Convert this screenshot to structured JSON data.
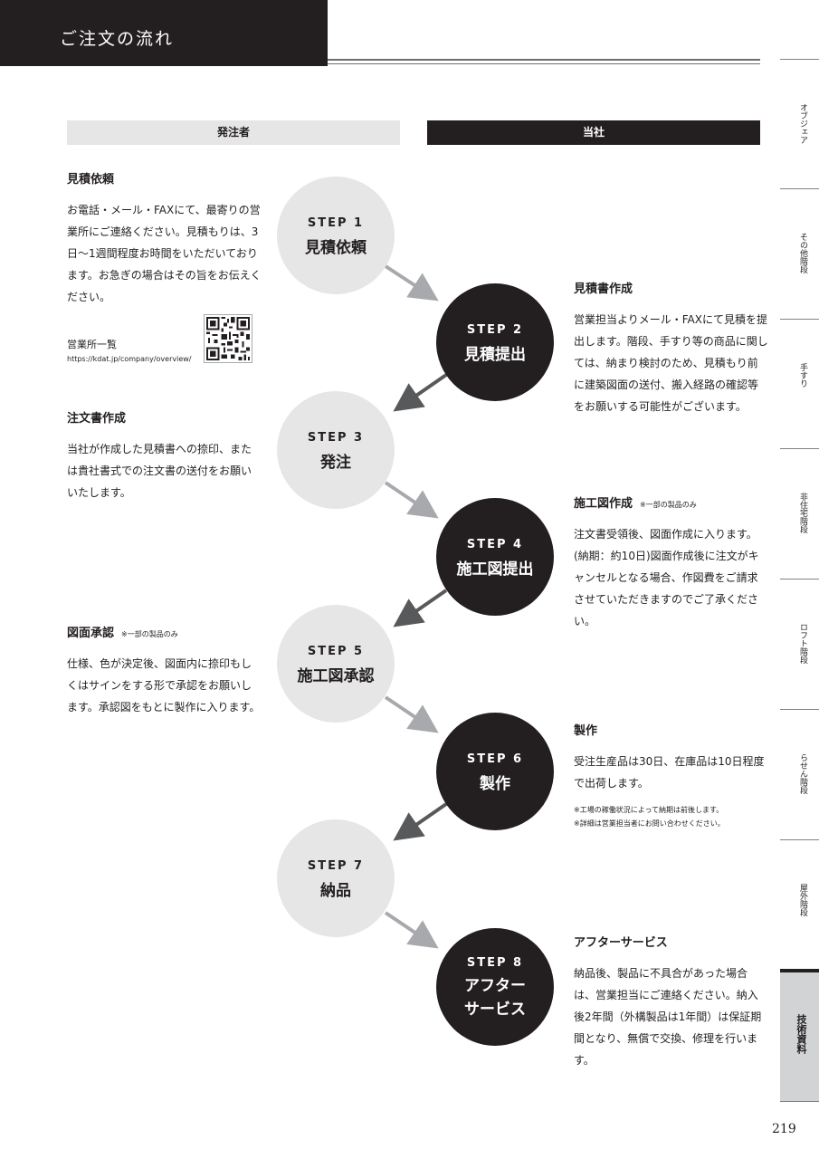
{
  "header": {
    "title": "ご注文の流れ"
  },
  "columns": {
    "orderer": "発注者",
    "company": "当社"
  },
  "steps": [
    {
      "no": "STEP 1",
      "name": "見積依頼"
    },
    {
      "no": "STEP 2",
      "name": "見積提出"
    },
    {
      "no": "STEP 3",
      "name": "発注"
    },
    {
      "no": "STEP 4",
      "name": "施工図提出"
    },
    {
      "no": "STEP 5",
      "name": "施工図承認"
    },
    {
      "no": "STEP 6",
      "name": "製作"
    },
    {
      "no": "STEP 7",
      "name": "納品"
    },
    {
      "no": "STEP 8",
      "name_line1": "アフター",
      "name_line2": "サービス"
    }
  ],
  "left_blocks": {
    "quote_request": {
      "title": "見積依頼",
      "body": "お電話・メール・FAXにて、最寄りの営業所にご連絡ください。見積もりは、3日〜1週間程度お時間をいただいております。お急ぎの場合はその旨をお伝えください。"
    },
    "office": {
      "label": "営業所一覧",
      "url": "https://kdat.jp/company/overview/"
    },
    "order_form": {
      "title": "注文書作成",
      "body": "当社が作成した見積書への捺印、または貴社書式での注文書の送付をお願いいたします。"
    },
    "drawing_approval": {
      "title": "図面承認",
      "note": "※一部の製品のみ",
      "body": "仕様、色が決定後、図面内に捺印もしくはサインをする形で承認をお願いします。承認図をもとに製作に入ります。"
    }
  },
  "right_blocks": {
    "quote_creation": {
      "title": "見積書作成",
      "body": "営業担当よりメール・FAXにて見積を提出します。階段、手すり等の商品に関しては、納まり検討のため、見積もり前に建築図面の送付、搬入経路の確認等をお願いする可能性がございます。"
    },
    "drawing_creation": {
      "title": "施工図作成",
      "note": "※一部の製品のみ",
      "body": "注文書受領後、図面作成に入ります。(納期：約10日)図面作成後に注文がキャンセルとなる場合、作図費をご請求させていただきますのでご了承ください。"
    },
    "manufacturing": {
      "title": "製作",
      "body": "受注生産品は30日、在庫品は10日程度で出荷します。",
      "note1": "※工場の稼働状況によって納期は前後します。",
      "note2": "※詳細は営業担当者にお問い合わせください。"
    },
    "after_service": {
      "title": "アフターサービス",
      "body": "納品後、製品に不具合があった場合は、営業担当にご連絡ください。納入後2年間（外構製品は1年間）は保証期間となり、無償で交換、修理を行います。"
    }
  },
  "tabs": [
    {
      "label": "オブジェア",
      "active": false
    },
    {
      "label": "その他階段",
      "active": false
    },
    {
      "label": "手すり",
      "active": false
    },
    {
      "label": "非住宅階段",
      "active": false
    },
    {
      "label": "ロフト階段",
      "active": false
    },
    {
      "label": "らせん階段",
      "active": false
    },
    {
      "label": "屋外階段",
      "active": false
    },
    {
      "label": "技術資料",
      "active": true
    }
  ],
  "page_number": "219",
  "colors": {
    "dark": "#231f20",
    "light": "#e6e6e6",
    "arrow_light": "#a7a9ac"
  }
}
